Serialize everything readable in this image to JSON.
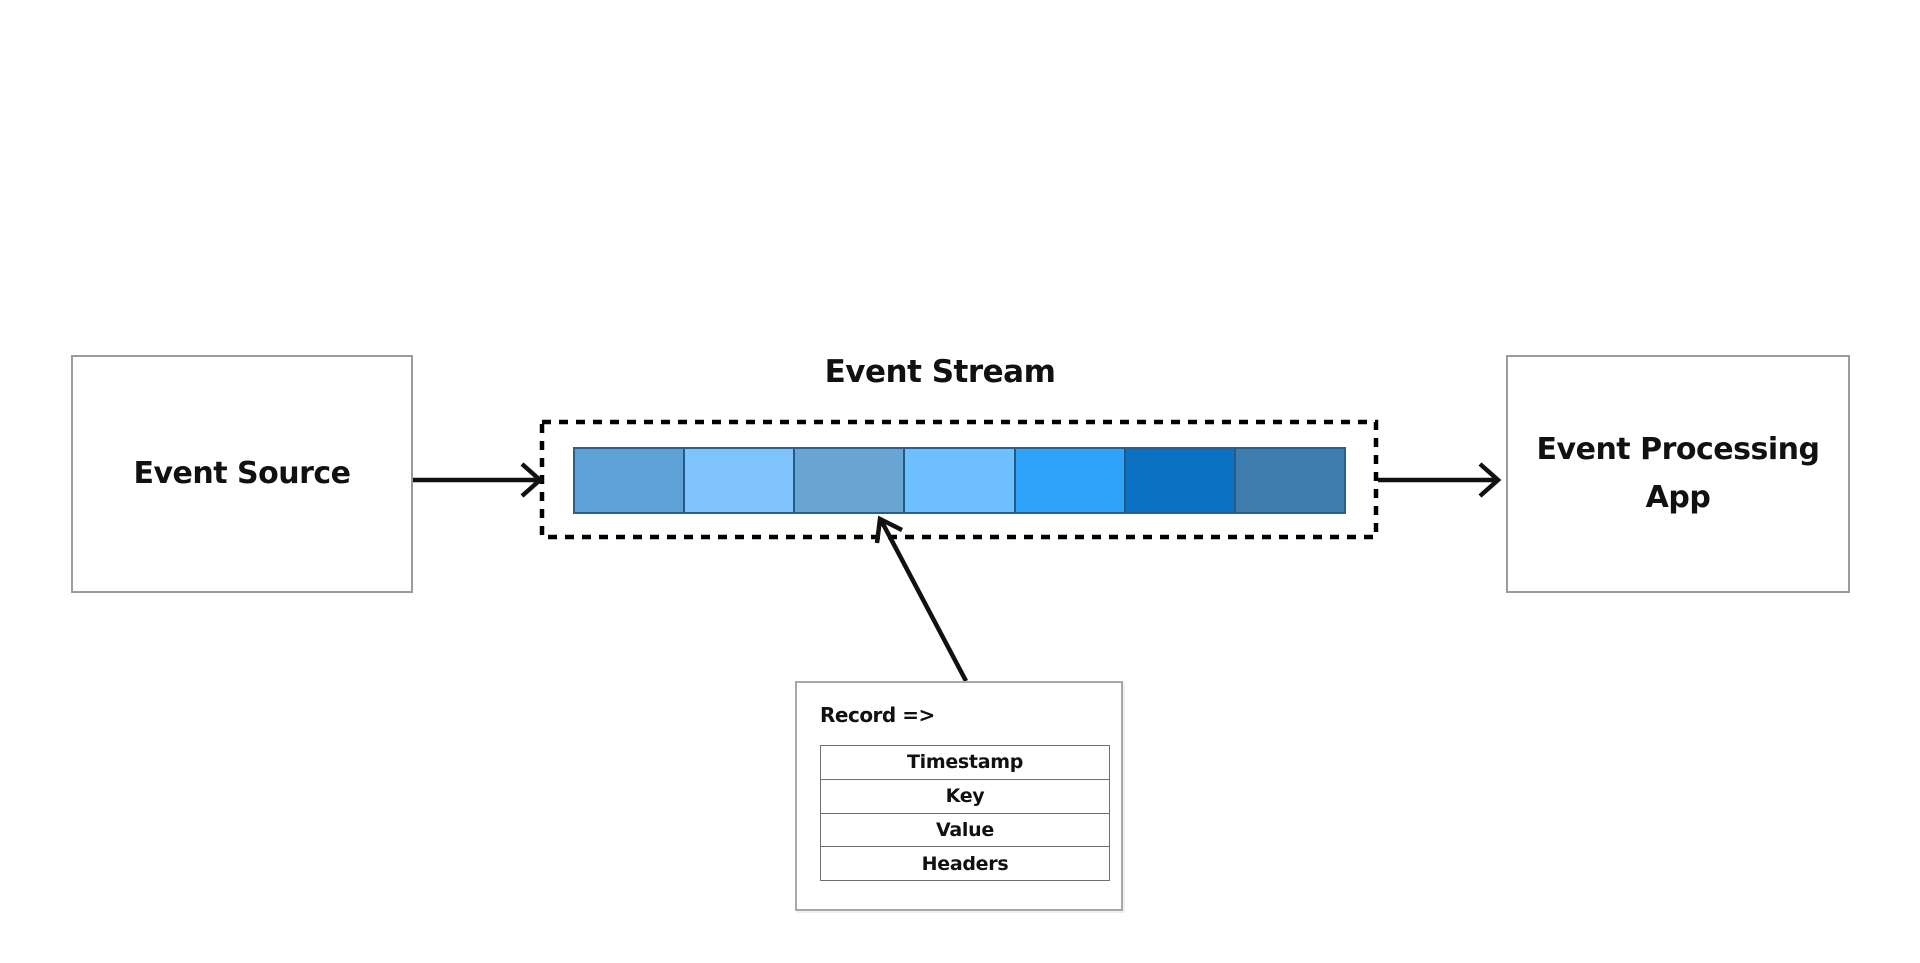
{
  "stream": {
    "title": "Event Stream",
    "segment_colors": [
      "#5da1d6",
      "#7ec3fc",
      "#69a5d3",
      "#6dbffe",
      "#2fa2fa",
      "#0c70c3",
      "#3e7cae"
    ],
    "border_color": "#000000"
  },
  "nodes": {
    "event_source": {
      "label": "Event Source"
    },
    "event_processing": {
      "label": "Event Processing App"
    }
  },
  "record": {
    "label": "Record =>",
    "fields": [
      "Timestamp",
      "Key",
      "Value",
      "Headers"
    ]
  }
}
